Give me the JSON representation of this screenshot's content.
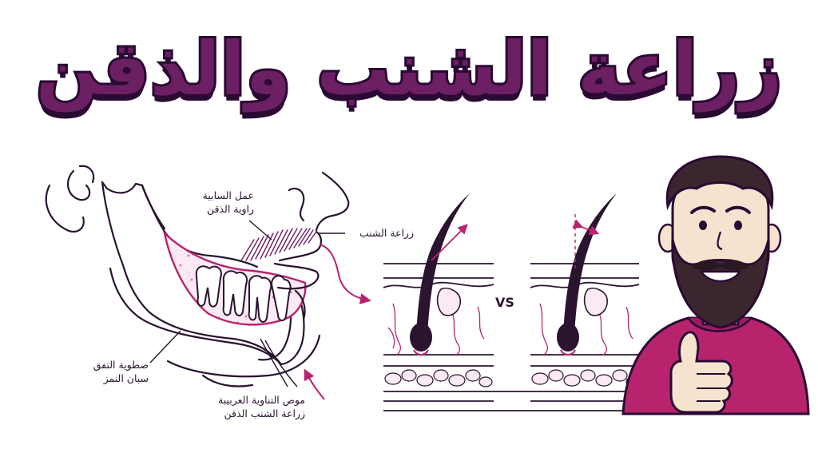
{
  "title": "زراعة الشنب والذقن",
  "labels": {
    "beard_angle_line1": "عمل السابية",
    "beard_angle_line2": "راوية الذقن",
    "mustache": "زراعة الشنب",
    "jaw_line1": "صطوية التفق",
    "jaw_line2": "سبان النمز",
    "area_line1": "موص التناوية العربيبة",
    "area_line2": "زراعة الشنب الذقن"
  },
  "comparison": {
    "vs": "VS"
  },
  "colors": {
    "title_fill": "#6c1f63",
    "title_outline": "#2a0a33",
    "accent": "#b8236e",
    "line": "#2a1430",
    "shirt": "#b8236e",
    "beard": "#3b2630",
    "skin": "#f6e3cf"
  }
}
